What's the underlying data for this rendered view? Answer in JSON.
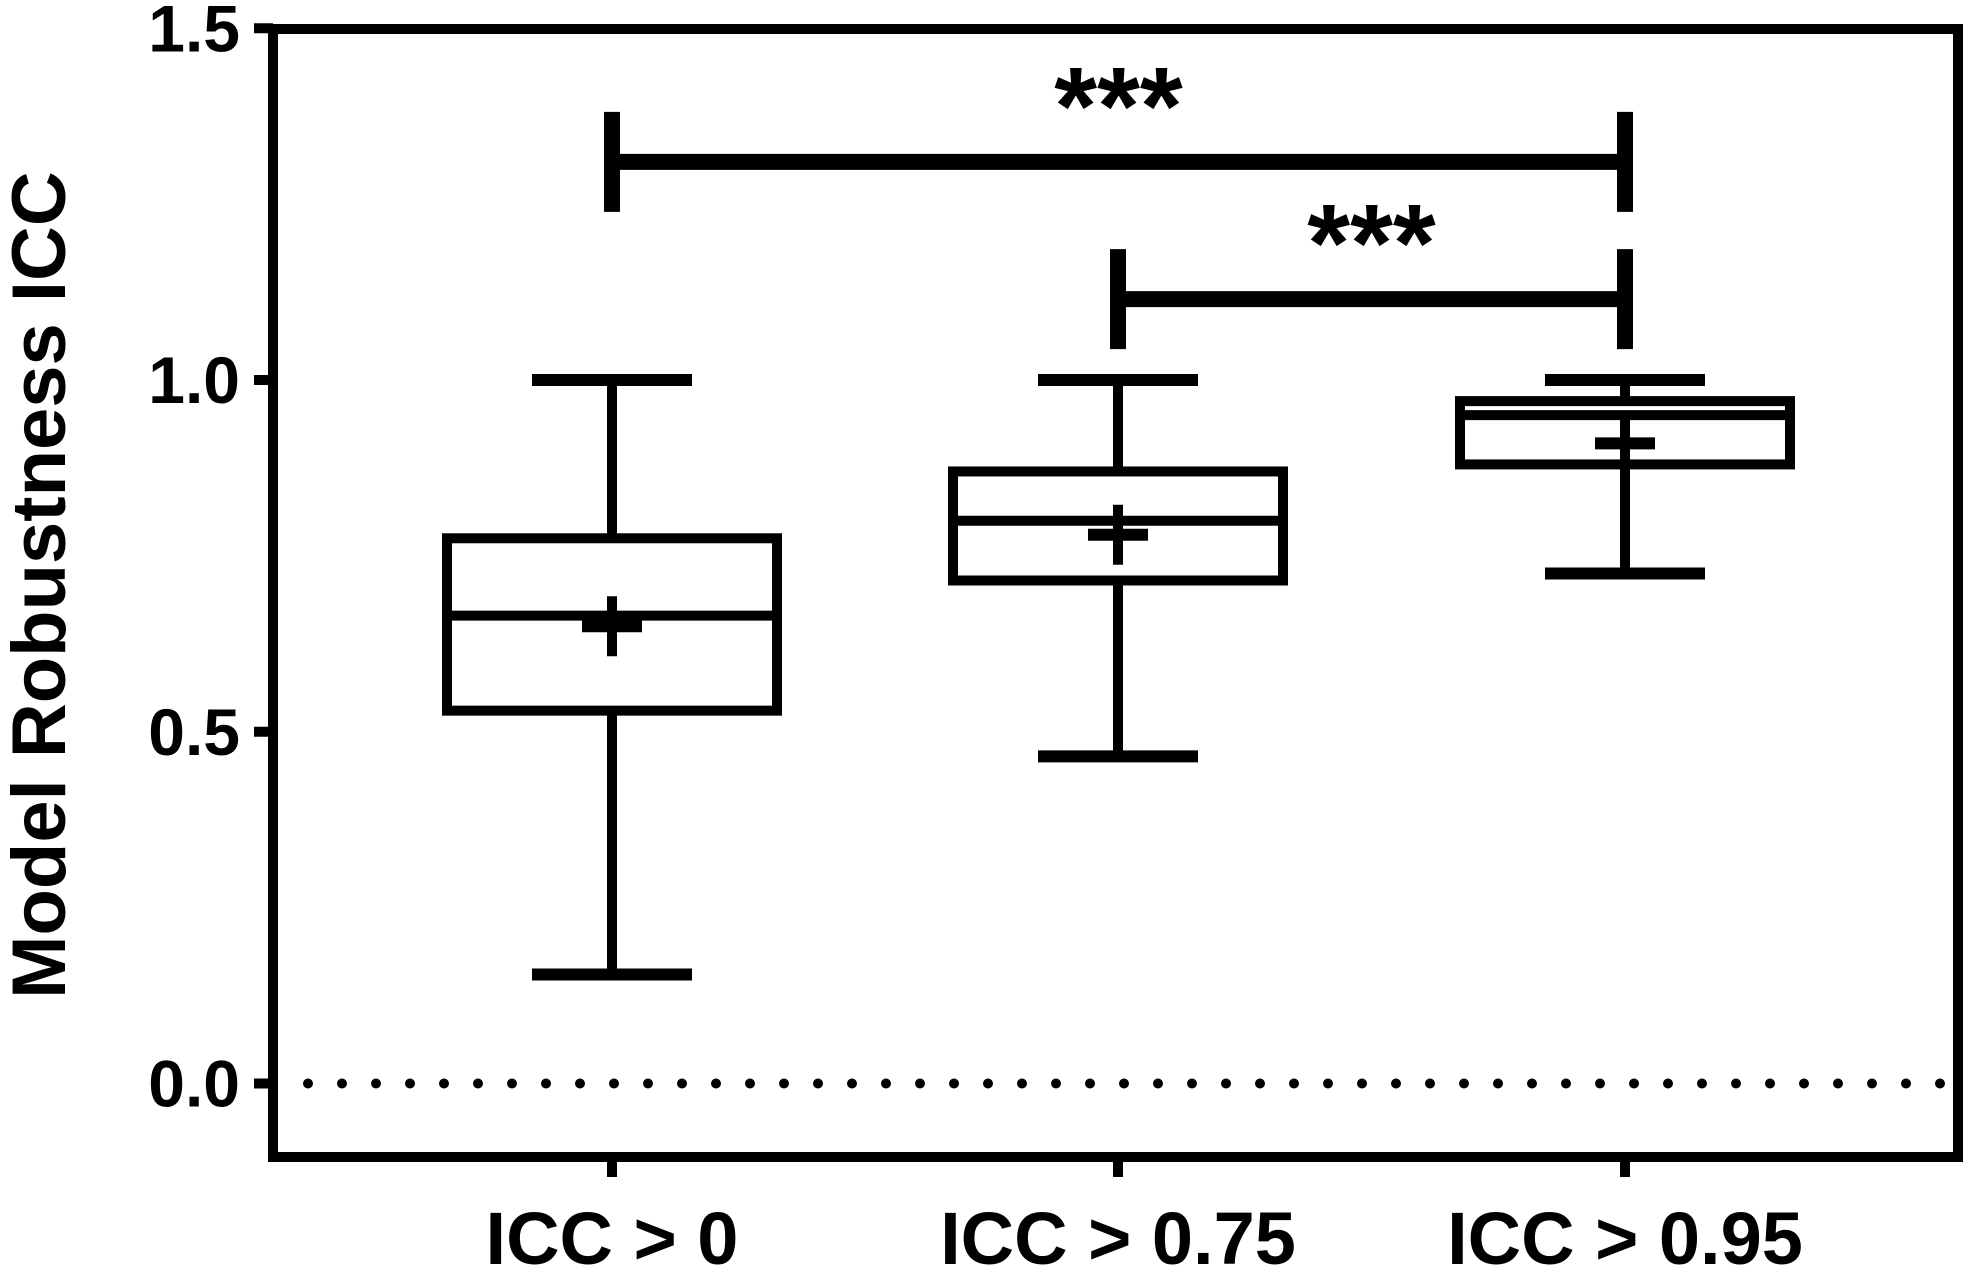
{
  "chart_data": {
    "type": "box",
    "ylabel": "Model Robustness  ICC",
    "ylim": [
      -0.1,
      1.5
    ],
    "yticks": [
      {
        "value": 0.0,
        "label": "0.0"
      },
      {
        "value": 0.5,
        "label": "0.5"
      },
      {
        "value": 1.0,
        "label": "1.0"
      },
      {
        "value": 1.5,
        "label": "1.5"
      }
    ],
    "reference_line": {
      "y": 0.0,
      "style": "dotted"
    },
    "categories": [
      "ICC > 0",
      "ICC > 0.75",
      "ICC > 0.95"
    ],
    "boxes": [
      {
        "min": 0.155,
        "q1": 0.53,
        "median": 0.665,
        "q3": 0.775,
        "max": 1.0,
        "mean": 0.65
      },
      {
        "min": 0.465,
        "q1": 0.715,
        "median": 0.8,
        "q3": 0.87,
        "max": 1.0,
        "mean": 0.78
      },
      {
        "min": 0.725,
        "q1": 0.88,
        "median": 0.95,
        "q3": 0.97,
        "max": 1.0,
        "mean": 0.91
      }
    ],
    "significance": [
      {
        "from": 0,
        "to": 2,
        "y": 1.31,
        "label": "***"
      },
      {
        "from": 1,
        "to": 2,
        "y": 1.115,
        "label": "***"
      }
    ],
    "grid": false,
    "legend": "none"
  }
}
